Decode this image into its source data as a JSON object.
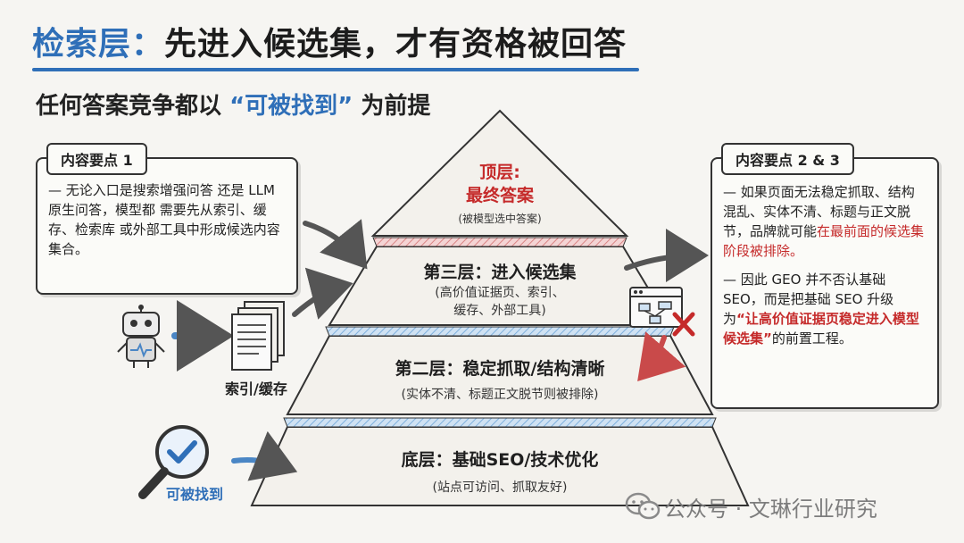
{
  "header": {
    "title_prefix": "检索层：",
    "title_main": "先进入候选集，才有资格被回答",
    "subtitle_a": "任何答案竞争都以",
    "subtitle_quote": "“可被找到”",
    "subtitle_b": "为前提"
  },
  "left_card": {
    "label": "内容要点 1",
    "text": "— 无论入口是搜索增强问答 还是 LLM 原生问答，模型都 需要先从索引、缓存、检索库 或外部工具中形成候选内容 集合。"
  },
  "left_icons": {
    "robot_icon": "robot-icon",
    "document_icon": "documents-icon",
    "index_caption": "索引/缓存",
    "search_caption": "可被找到",
    "magnifier_icon": "magnifier-check-icon"
  },
  "pyramid": {
    "top": {
      "title_line1": "顶层:",
      "title_line2": "最终答案",
      "sub": "(被模型选中答案)"
    },
    "layer3": {
      "title": "第三层：进入候选集",
      "sub_line1": "(高价值证据页、索引、",
      "sub_line2": "缓存、外部工具)"
    },
    "layer2": {
      "title": "第二层：稳定抓取/结构清晰",
      "sub": "(实体不清、标题正文脱节则被排除)"
    },
    "base": {
      "title": "底层：基础SEO/技术优化",
      "sub": "(站点可访问、抓取友好)"
    }
  },
  "right_card": {
    "label": "内容要点 2 & 3",
    "p1_normal": "— 如果页面无法稳定抓取、结构混乱、实体不清、标题与正文脱节，品牌就可能",
    "p1_red": "在最前面的候选集阶段被排除。",
    "p2_a": "— 因此 GEO 并不否认基础 SEO，而是把基础 SEO 升级为",
    "p2_quote": "“让高价值证据页稳定进入模型候选集”",
    "p2_b": "的前置工程。"
  },
  "watermark": {
    "text": "公众号 · 文琳行业研究",
    "icon": "wechat-icon"
  },
  "colors": {
    "accent": "#2f6fb8",
    "danger": "#c52a2a",
    "layer_fill": "#f3f1ec",
    "stripe": "#9cc3e6"
  }
}
